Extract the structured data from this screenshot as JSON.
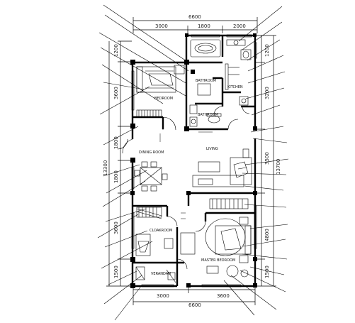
{
  "dimensions": {
    "top_total": "6600",
    "top_left": "3000",
    "top_mid": "1800",
    "top_right": "2000",
    "bottom_left": "3000",
    "bottom_right": "3600",
    "bottom_total": "6600",
    "left_1": "1200",
    "left_2": "3600",
    "left_3": "1800",
    "left_4": "1800",
    "left_5": "3600",
    "left_6": "1500",
    "left_total": "13300",
    "right_1": "1200",
    "right_2": "3200",
    "right_3": "3500",
    "right_total": "13700",
    "right_4": "4800",
    "right_5": "1500"
  },
  "rooms": {
    "bathroom_top": "BATHROOM",
    "bedroom": "BEDROOM",
    "kitchen": "KITCHEN",
    "bathroom": "BATHROOM",
    "living": "LIVING",
    "dining_room": "DINING ROOM",
    "cloakroom": "CLOAKROOM",
    "master_bedroom": "MASTER BEDROOM",
    "veranda": "VERANDAN"
  }
}
